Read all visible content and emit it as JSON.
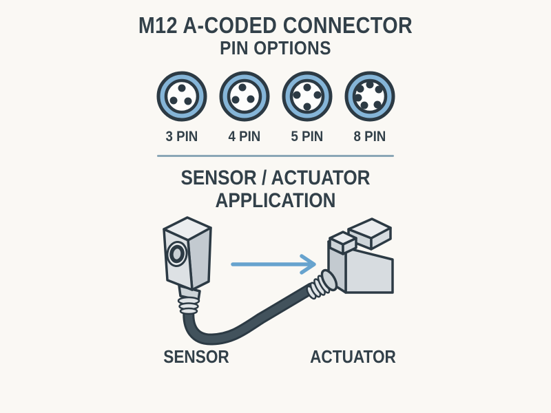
{
  "header": {
    "title": "M12 A-CODED CONNECTOR",
    "subtitle": "PIN OPTIONS"
  },
  "pin_options": {
    "connectors": [
      {
        "label": "3 PIN",
        "dots": [
          [
            0,
            -12
          ],
          [
            -12,
            6
          ],
          [
            9,
            7
          ]
        ]
      },
      {
        "label": "4 PIN",
        "dots": [
          [
            -3,
            -13
          ],
          [
            -13,
            5
          ],
          [
            9,
            4
          ]
        ]
      },
      {
        "label": "5 PIN",
        "dots": [
          [
            0,
            -13
          ],
          [
            -15,
            -2
          ],
          [
            15,
            -2
          ],
          [
            0,
            15
          ]
        ]
      },
      {
        "label": "8 PIN",
        "dots": [
          [
            0,
            -17
          ],
          [
            -14,
            -11
          ],
          [
            13,
            -10
          ],
          [
            -17,
            2
          ],
          [
            -8,
            13
          ],
          [
            11,
            12
          ]
        ]
      }
    ]
  },
  "application": {
    "title_line1": "SENSOR / ACTUATOR",
    "title_line2": "APPLICATION",
    "sensor_label": "SENSOR",
    "actuator_label": "ACTUATOR"
  },
  "colors": {
    "background": "#faf8f4",
    "ink": "#324049",
    "outline": "#2c3a44",
    "connector_blue": "#85b5d8",
    "connector_white": "#fdfdfc",
    "divider": "#8aa6b6",
    "arrow_blue": "#67a3ce"
  }
}
